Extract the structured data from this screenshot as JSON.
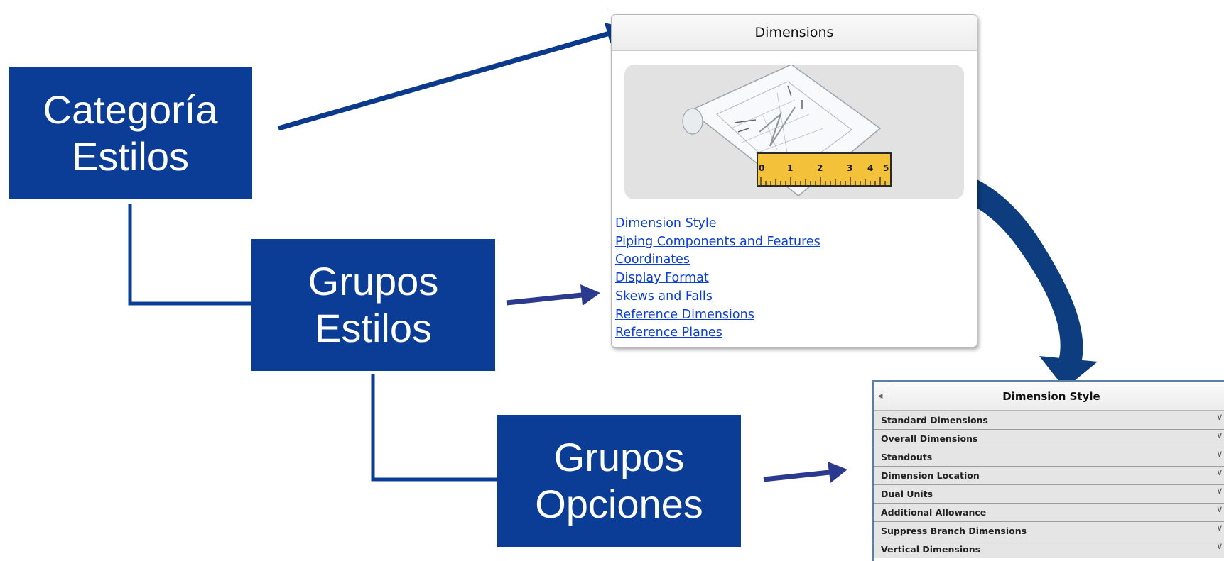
{
  "boxes": {
    "categoria": {
      "line1": "Categoría",
      "line2": "Estilos"
    },
    "grupos_estilos": {
      "line1": "Grupos",
      "line2": "Estilos"
    },
    "grupos_opciones": {
      "line1": "Grupos",
      "line2": "Opciones"
    }
  },
  "dimensions_panel": {
    "title": "Dimensions",
    "ruler_numbers": [
      "0",
      "1",
      "2",
      "3",
      "4",
      "5"
    ],
    "links": [
      "Dimension Style",
      "Piping Components and Features",
      "Coordinates",
      "Display Format",
      "Skews and Falls",
      "Reference Dimensions",
      "Reference Planes"
    ]
  },
  "dimension_style_panel": {
    "title": "Dimension Style",
    "rows": [
      "Standard Dimensions",
      "Overall Dimensions",
      "Standouts",
      "Dimension Location",
      "Dual Units",
      "Additional Allowance",
      "Suppress Branch Dimensions",
      "Vertical Dimensions"
    ]
  },
  "colors": {
    "box_blue": "#0b3c96",
    "arrow_blue": "#0b3a8c",
    "curved_arrow": "#0d3d7e",
    "link_blue": "#0b3fd0"
  },
  "icons": [
    "blueprint-illustration",
    "ruler-icon",
    "chevron-down-icon",
    "scroll-left-icon"
  ]
}
